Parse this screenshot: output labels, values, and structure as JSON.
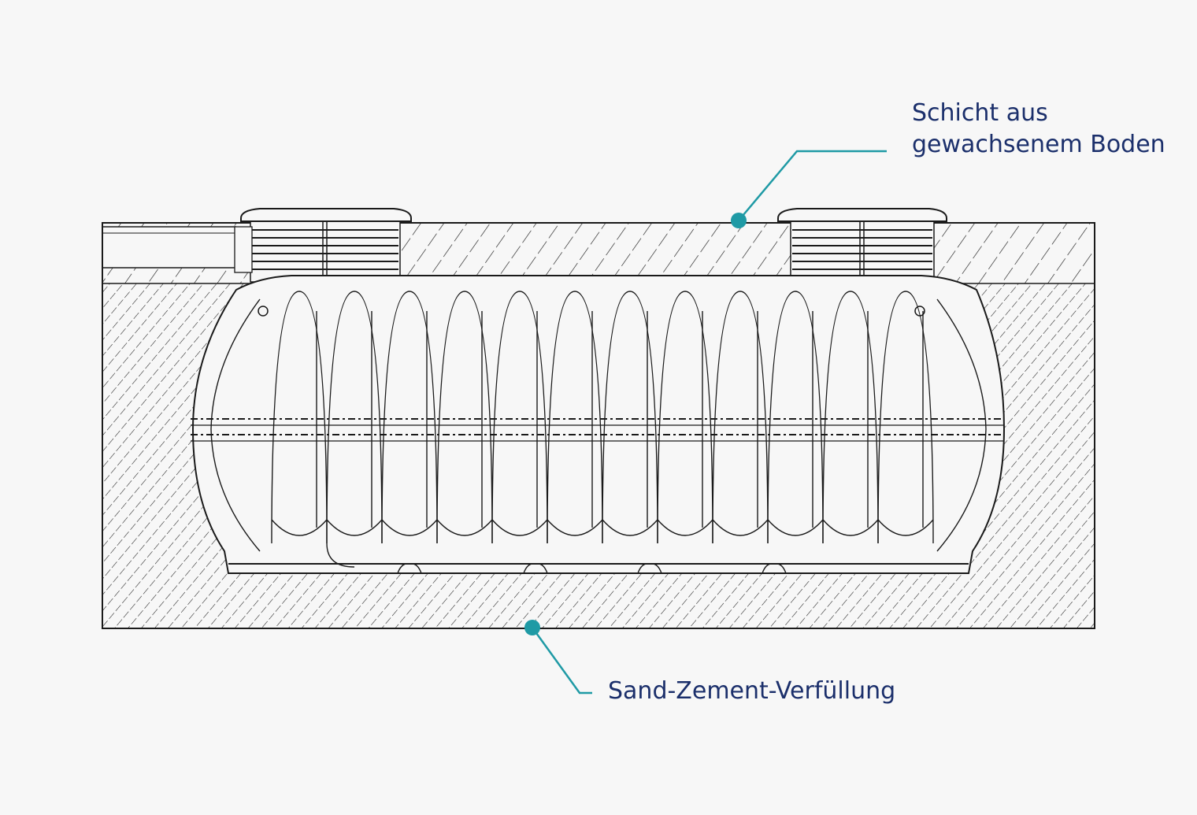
{
  "labels": {
    "soil_layer_line1": "Schicht aus",
    "soil_layer_line2": "gewachsenem Boden",
    "backfill": "Sand-Zement-Verfüllung"
  },
  "colors": {
    "background": "#f7f7f7",
    "line": "#1a1a1a",
    "label_text": "#1b2f6b",
    "callout": "#1f9aa5"
  }
}
